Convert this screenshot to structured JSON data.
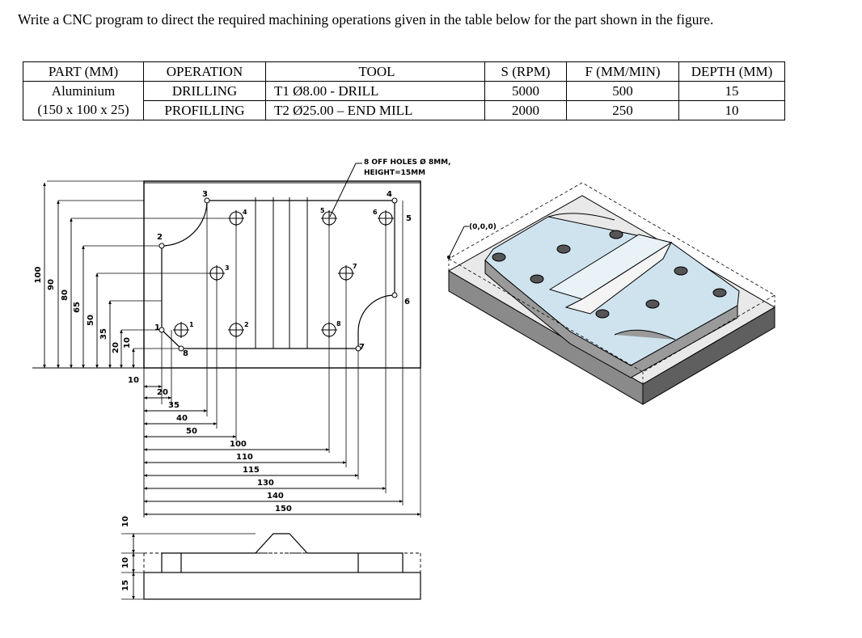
{
  "question": "Write a CNC program to direct the required machining operations given in the table below for the part shown in the figure.",
  "table": {
    "headers": [
      "PART (MM)",
      "OPERATION",
      "TOOL",
      "S (RPM)",
      "F (MM/MIN)",
      "DEPTH (MM)"
    ],
    "rows": [
      [
        "Aluminium",
        "DRILLING",
        "T1 Ø8.00 - DRILL",
        "5000",
        "500",
        "15"
      ],
      [
        "(150 x 100 x 25)",
        "PROFILLING",
        "T2 Ø25.00 – END MILL",
        "2000",
        "250",
        "10"
      ]
    ]
  },
  "drawing": {
    "holes_note_line1": "8 OFF HOLES Ø 8MM,",
    "holes_note_line2": "HEIGHT=15MM",
    "origin_label": "(0,0,0)",
    "vertical_dims": [
      "100",
      "90",
      "80",
      "65",
      "50",
      "35",
      "20",
      "10"
    ],
    "horizontal_dims": [
      "10",
      "20",
      "35",
      "40",
      "50",
      "100",
      "110",
      "115",
      "130",
      "140",
      "150"
    ],
    "side_dims": [
      "10",
      "10",
      "15"
    ],
    "hole_labels": [
      "1",
      "2",
      "3",
      "4",
      "5",
      "6",
      "7",
      "8"
    ],
    "profile_points": [
      "1",
      "2",
      "3",
      "4",
      "5",
      "6",
      "7",
      "8"
    ]
  }
}
